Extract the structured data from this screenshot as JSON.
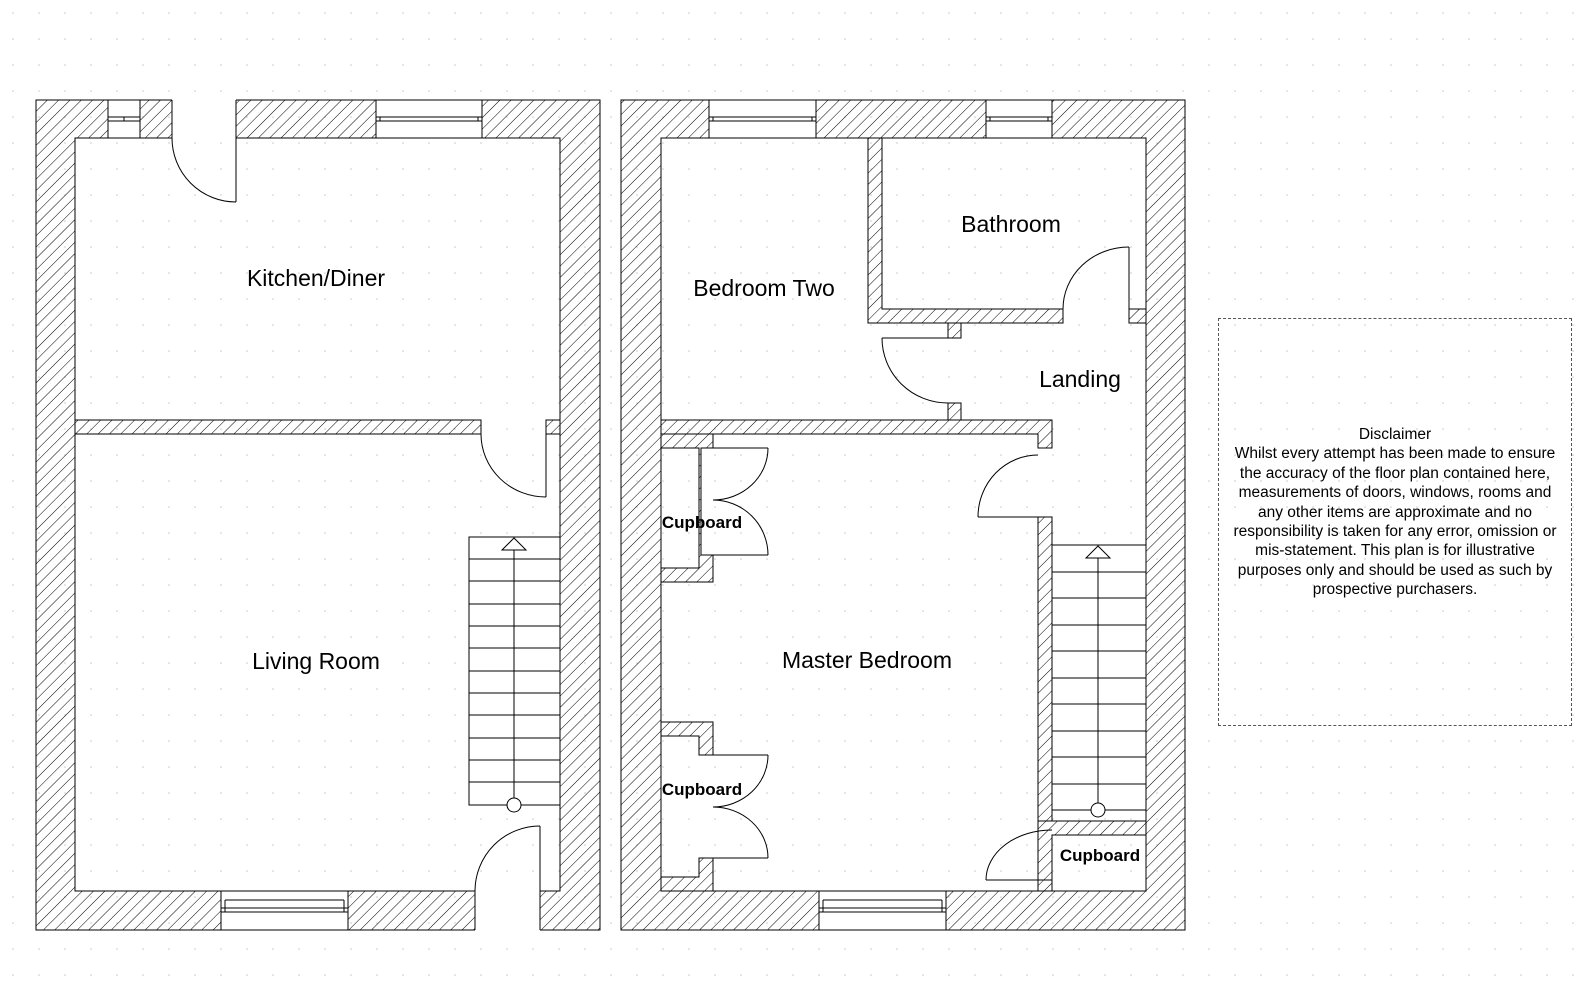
{
  "ground_floor": {
    "rooms": {
      "kitchen_diner": "Kitchen/Diner",
      "living_room": "Living Room"
    }
  },
  "first_floor": {
    "rooms": {
      "bedroom_two": "Bedroom Two",
      "bathroom": "Bathroom",
      "landing": "Landing",
      "master_bedroom": "Master Bedroom"
    },
    "cupboards": [
      "Cupboard",
      "Cupboard",
      "Cupboard"
    ]
  },
  "disclaimer": {
    "title": "Disclaimer",
    "body": "Whilst every attempt has been made to ensure the accuracy of the floor plan contained here, measurements of doors, windows, rooms and any other items are approximate and no responsibility is taken for any error, omission or mis-statement. This plan is for illustrative purposes only and should be used as such by prospective purchasers."
  },
  "colors": {
    "line": "#000000",
    "hatch": "#000000",
    "grid_dot": "#c8c8c8"
  }
}
